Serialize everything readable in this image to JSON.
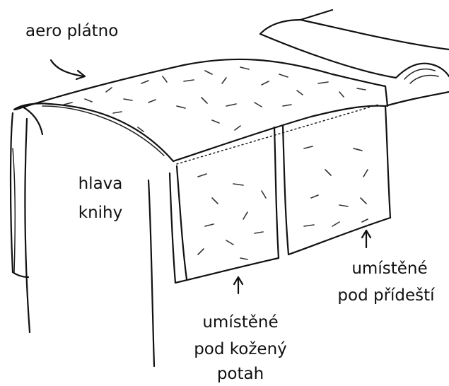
{
  "labels": {
    "aero": "aero plátno",
    "hlava_line1": "hlava",
    "hlava_line2": "knihy",
    "pod_predesti_line1": "umístěné",
    "pod_predesti_line2": "pod přídeští",
    "pod_kozeny_line1": "umístěné",
    "pod_kozeny_line2": "pod kožený",
    "pod_kozeny_line3": "potah"
  },
  "colors": {
    "ink": "#111111",
    "background": "#ffffff"
  }
}
